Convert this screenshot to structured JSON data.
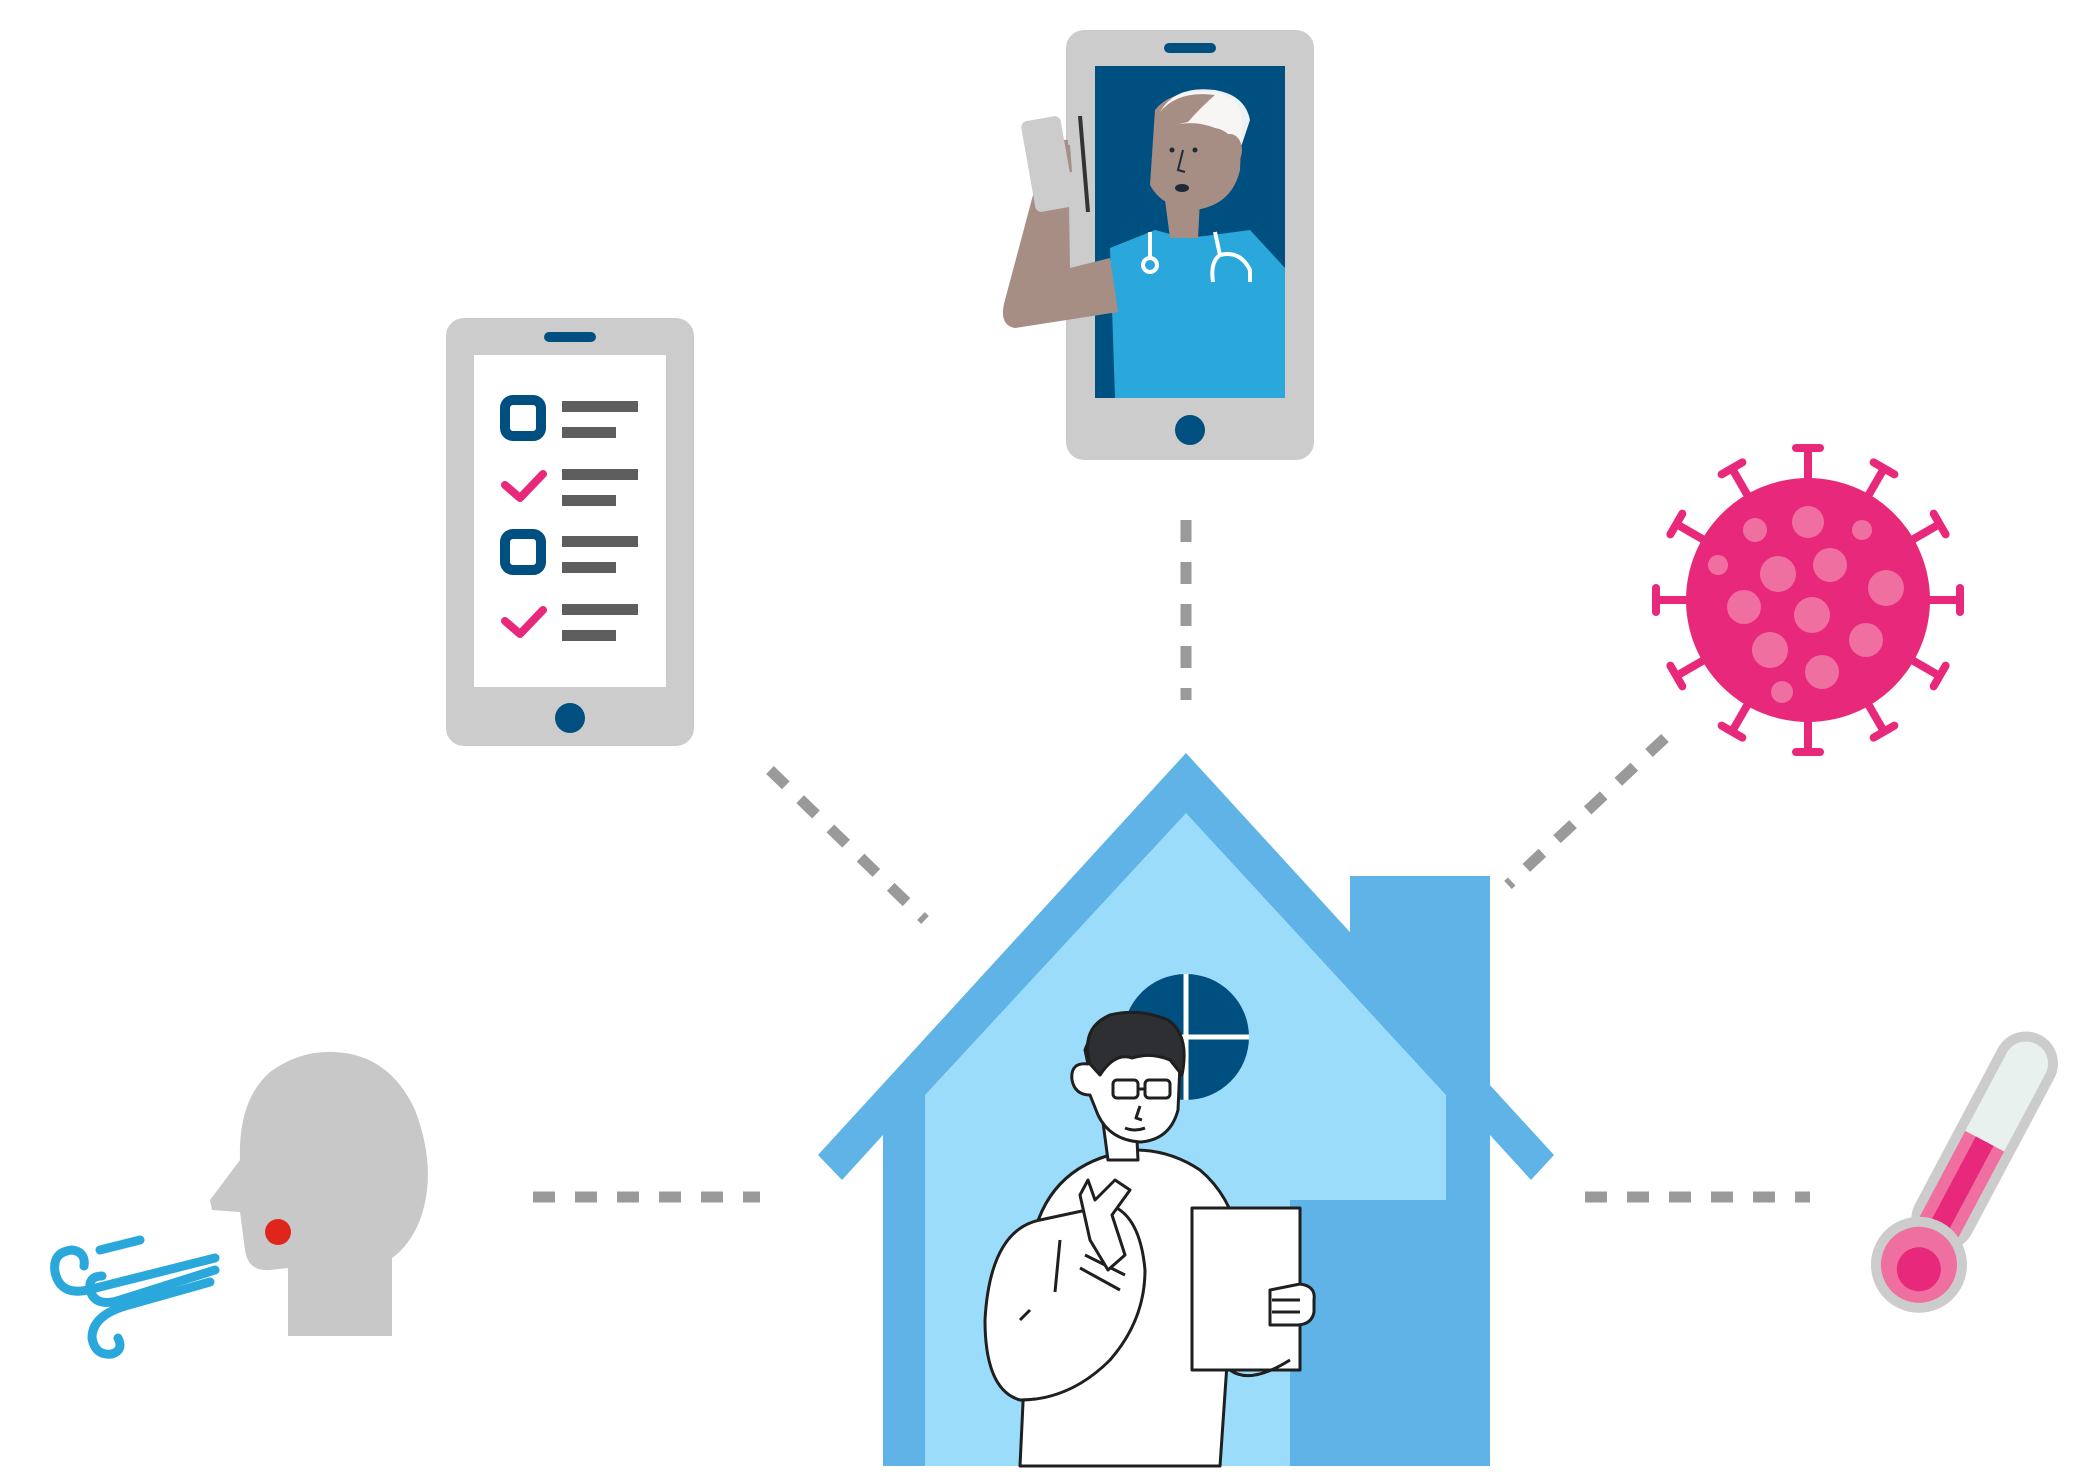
{
  "diagram": {
    "center": {
      "icon": "house-with-person-reading-icon"
    },
    "nodes": [
      {
        "id": "checklist",
        "icon": "phone-checklist-icon"
      },
      {
        "id": "telehealth",
        "icon": "phone-video-call-doctor-icon"
      },
      {
        "id": "virus",
        "icon": "virus-icon"
      },
      {
        "id": "breath",
        "icon": "head-exhaling-icon"
      },
      {
        "id": "thermometer",
        "icon": "thermometer-icon"
      }
    ],
    "connector_style": "dashed"
  },
  "colors": {
    "house_dark": "#5fb3e6",
    "house_light": "#9bdcfb",
    "navy": "#004f81",
    "pink": "#e8287a",
    "pink_light": "#ef6fa1",
    "gray_device": "#cccccc",
    "gray_line": "#9a9a9a",
    "teal_blue": "#2aa8dc",
    "skin": "#a68e84",
    "red_dot": "#e0251d"
  }
}
